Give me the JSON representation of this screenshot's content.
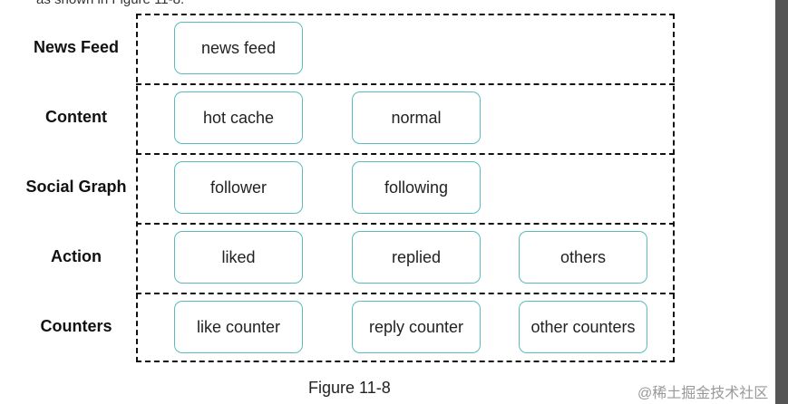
{
  "top_text": "as shown in Figure 11-8.",
  "rows": [
    {
      "label": "News Feed",
      "nodes": [
        "news feed"
      ]
    },
    {
      "label": "Content",
      "nodes": [
        "hot cache",
        "normal"
      ]
    },
    {
      "label": "Social Graph",
      "nodes": [
        "follower",
        "following"
      ]
    },
    {
      "label": "Action",
      "nodes": [
        "liked",
        "replied",
        "others"
      ]
    },
    {
      "label": "Counters",
      "nodes": [
        "like counter",
        "reply counter",
        "other counters"
      ]
    }
  ],
  "caption": "Figure 11-8",
  "watermark": "@稀土掘金技术社区",
  "colors": {
    "node_border": "#5cbcbc",
    "frame": "#111111"
  }
}
